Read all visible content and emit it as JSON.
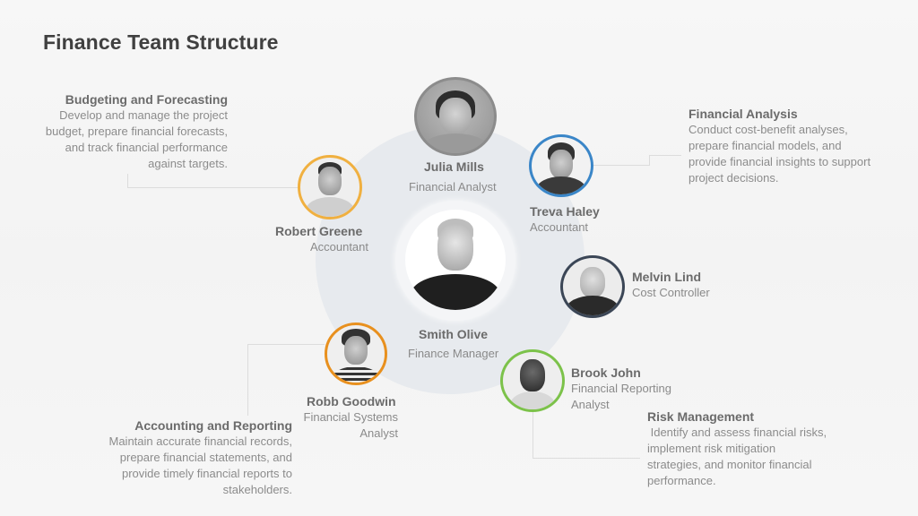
{
  "slide": {
    "title": "Finance Team Structure"
  },
  "manager": {
    "name": "Smith Olive",
    "role": "Finance Manager",
    "icon": "person-photo-icon"
  },
  "members": [
    {
      "name": "Julia Mills",
      "role": "Financial Analyst",
      "ring_color": "#8c8c8c"
    },
    {
      "name": "Treva Haley",
      "role": "Accountant",
      "ring_color": "#3a86c8"
    },
    {
      "name": "Melvin Lind",
      "role": "Cost Controller",
      "ring_color": "#3b4656"
    },
    {
      "name": "Brook John",
      "role_line1": "Financial Reporting",
      "role_line2": "Analyst",
      "ring_color": "#7cc24a"
    },
    {
      "name": "Robb Goodwin",
      "role_line1": "Financial Systems",
      "role_line2": "Analyst",
      "ring_color": "#e8901e"
    },
    {
      "name": "Robert Greene",
      "role": "Accountant",
      "ring_color": "#f0b040"
    }
  ],
  "responsibilities": [
    {
      "title": "Budgeting and Forecasting",
      "lines": [
        "Develop and manage the project",
        "budget, prepare financial forecasts,",
        "and track financial performance",
        "against targets."
      ]
    },
    {
      "title": "Financial Analysis",
      "lines": [
        "Conduct cost-benefit analyses,",
        "prepare financial models, and",
        "provide financial insights to support",
        "project decisions."
      ]
    },
    {
      "title": "Accounting and Reporting",
      "lines": [
        "Maintain accurate financial records,",
        "prepare financial statements, and",
        "provide timely financial reports to",
        "stakeholders."
      ]
    },
    {
      "title": "Risk Management",
      "lines": [
        " Identify and assess financial risks,",
        "implement risk mitigation",
        "strategies, and monitor financial",
        "performance."
      ]
    }
  ]
}
